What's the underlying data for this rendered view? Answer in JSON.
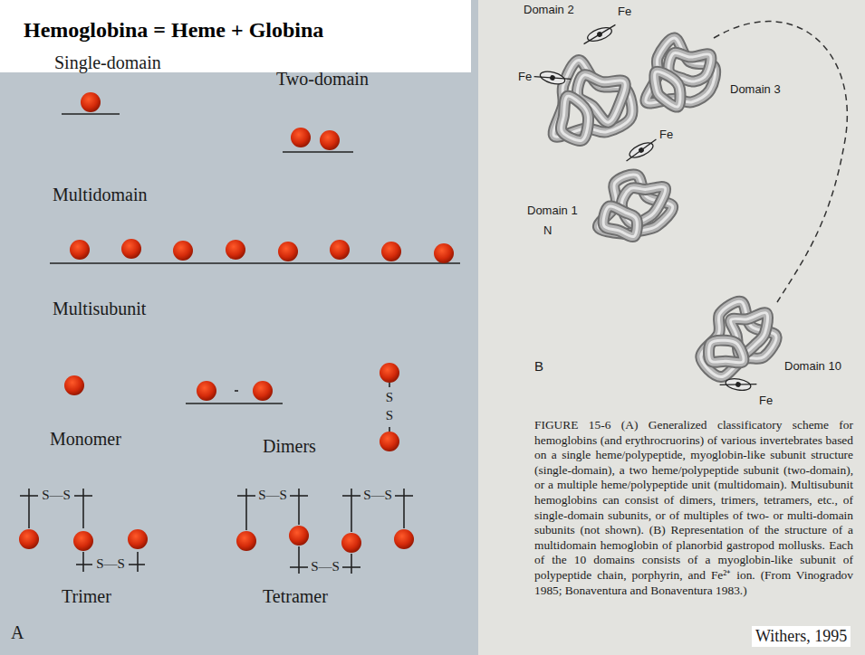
{
  "diagram": {
    "title": "Hemoglobina = Heme + Globina",
    "caption": "FIGURE 15-6 (A) Generalized classificatory scheme for hemoglobins (and erythrocruorins) of various invertebrates based on a single heme/polypeptide, myoglobin-like subunit structure (single-domain), a two heme/polypeptide subunit (two-domain), or a multiple heme/polypeptide unit (multidomain). Multisubunit hemoglobins can consist of dimers, trimers, tetramers, etc., of single-domain subunits, or of multiples of two- or multi-domain subunits (not shown). (B) Representation of the structure of a multidomain hemoglobin of planorbid gastropod mollusks. Each of the 10 domains consists of a myoglobin-like subunit of polypeptide chain, porphyrin, and Fe²⁺ ion. (From Vinogradov 1985; Bonaventura and Bonaventura 1983.)",
    "labels": [
      "Single-domain",
      "Two-domain",
      "Multidomain",
      "Multisubunit",
      "Monomer",
      "Dimers",
      "S",
      "S",
      "S—S",
      "S—S",
      "Trimer",
      "Tetramer",
      "S—S",
      "S—S",
      "S—S",
      "A",
      "Domain 2",
      "Fe",
      "Fe",
      "Domain 3",
      "Fe",
      "Domain 1",
      "N",
      "Domain 10",
      "Fe",
      "B",
      "Withers, 1995"
    ]
  }
}
